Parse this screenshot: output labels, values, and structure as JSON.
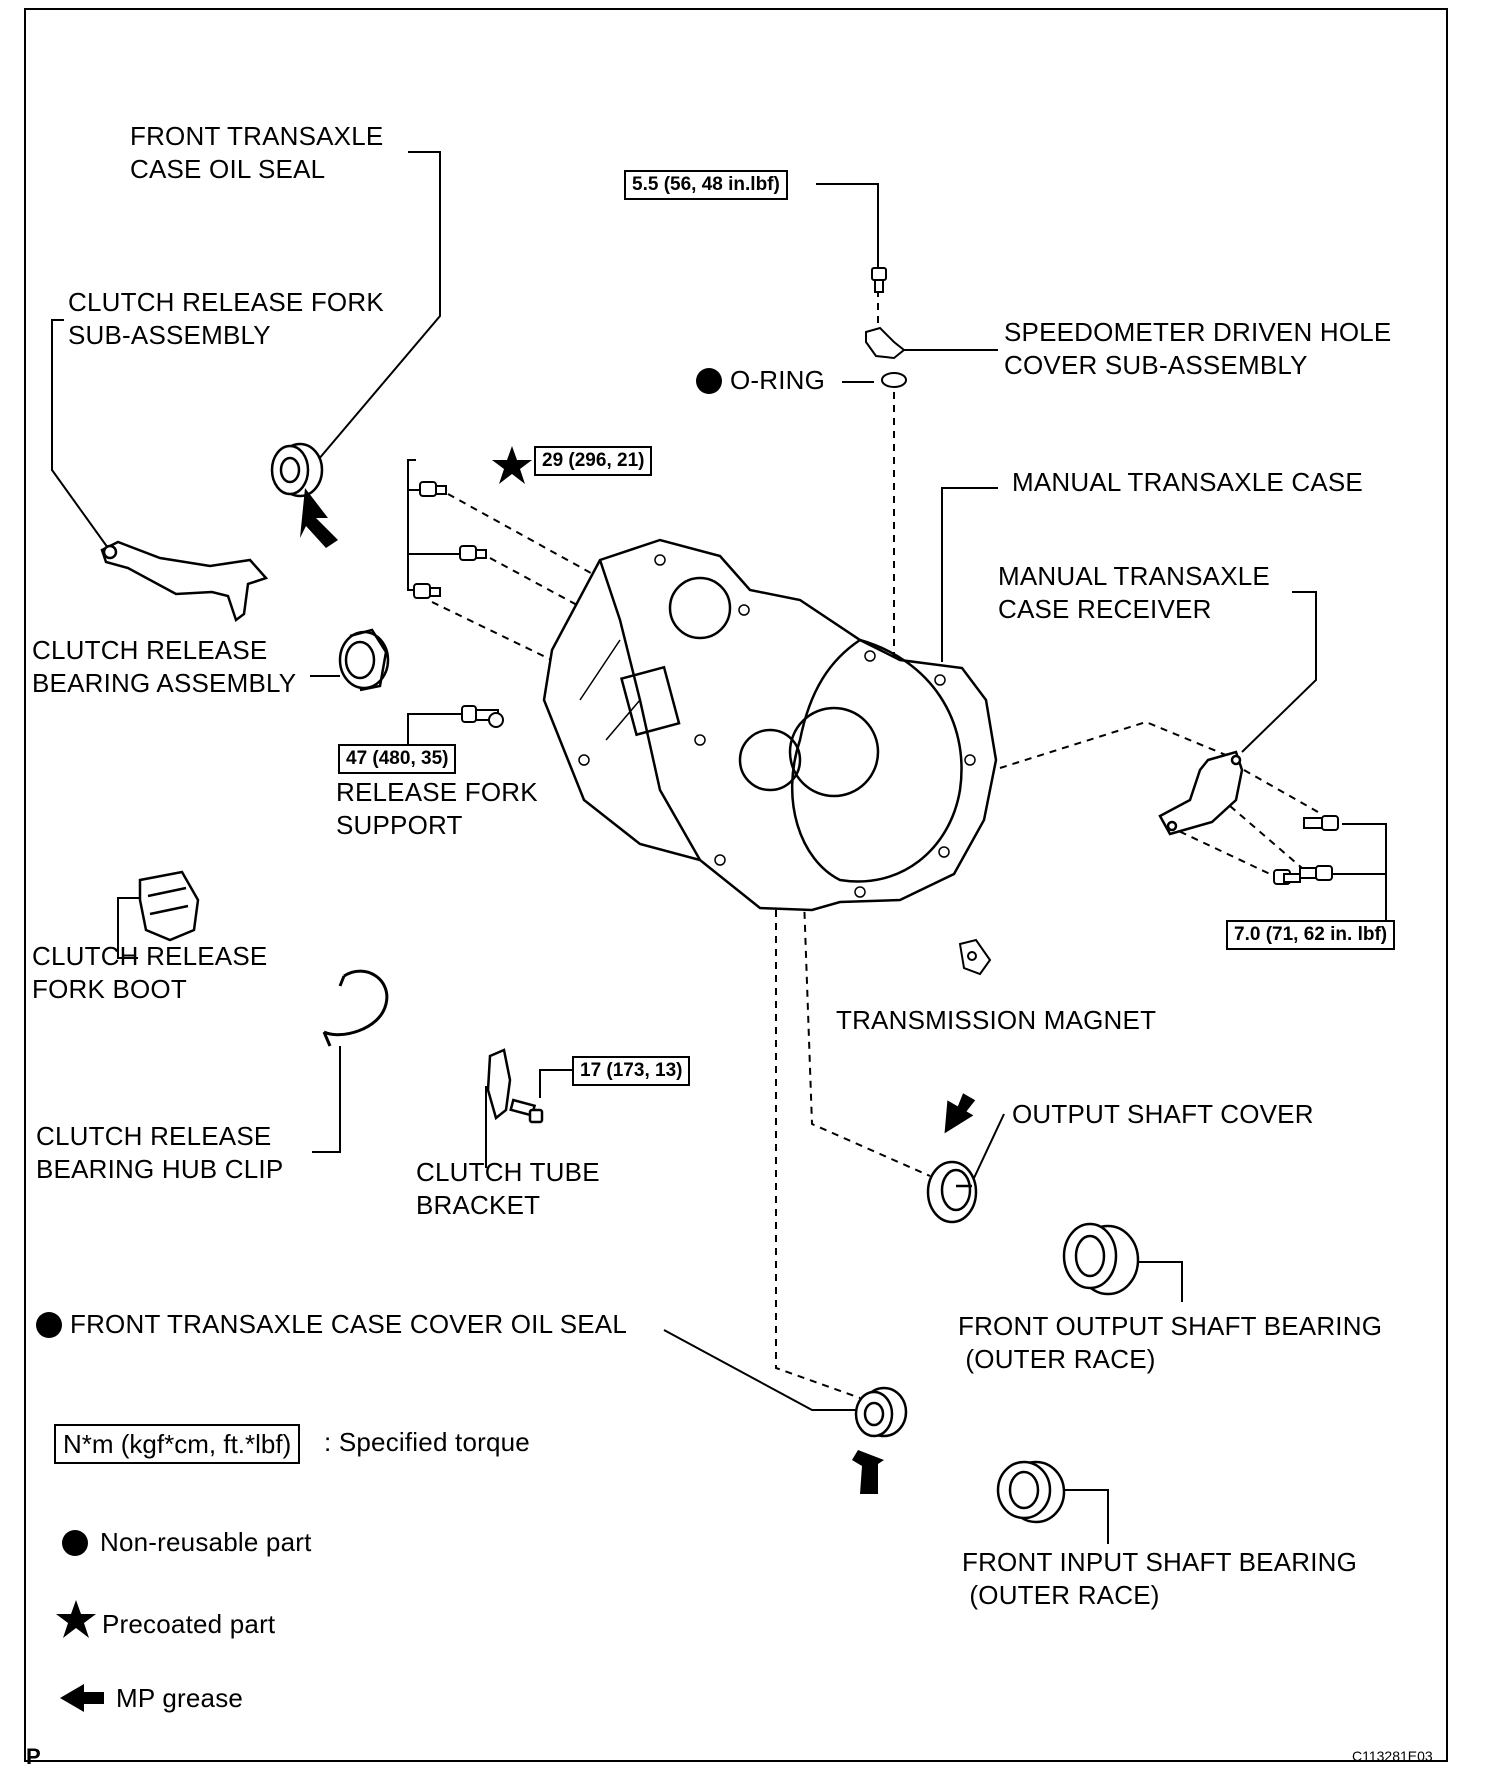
{
  "labels": {
    "front_oil_seal": [
      "FRONT TRANSAXLE",
      "CASE OIL SEAL"
    ],
    "clutch_fork": [
      "CLUTCH RELEASE FORK",
      "SUB-ASSEMBLY"
    ],
    "bearing_assembly": [
      "CLUTCH RELEASE",
      "BEARING ASSEMBLY"
    ],
    "release_fork_support": [
      "RELEASE FORK",
      "SUPPORT"
    ],
    "fork_boot": [
      "CLUTCH RELEASE",
      "FORK BOOT"
    ],
    "hub_clip": [
      "CLUTCH RELEASE",
      "BEARING HUB CLIP"
    ],
    "tube_bracket": [
      "CLUTCH TUBE",
      "BRACKET"
    ],
    "case_cover_seal": "FRONT TRANSAXLE CASE COVER OIL SEAL",
    "speedo_cover": [
      "SPEEDOMETER DRIVEN HOLE",
      "COVER SUB-ASSEMBLY"
    ],
    "o_ring": "O-RING",
    "manual_case": "MANUAL TRANSAXLE CASE",
    "case_receiver": [
      "MANUAL TRANSAXLE",
      "CASE RECEIVER"
    ],
    "magnet": "TRANSMISSION MAGNET",
    "output_cover": "OUTPUT SHAFT COVER",
    "output_bearing": [
      "FRONT OUTPUT SHAFT BEARING",
      " (OUTER RACE)"
    ],
    "input_bearing": [
      "FRONT INPUT SHAFT BEARING",
      " (OUTER RACE)"
    ]
  },
  "torques": {
    "speedo": "5.5 (56, 48 in.lbf)",
    "case_bolts": "29 (296, 21)",
    "fork_support": "47 (480, 35)",
    "receiver": "7.0 (71, 62 in. lbf)",
    "bracket": "17 (173, 13)"
  },
  "legend": {
    "torque_box": "N*m (kgf*cm, ft.*lbf)",
    "torque_text": ": Specified torque",
    "nonreusable": "Non-reusable part",
    "precoated": "Precoated part",
    "grease": "MP grease"
  },
  "footer": {
    "corner": "P",
    "code": "C113281E03"
  }
}
